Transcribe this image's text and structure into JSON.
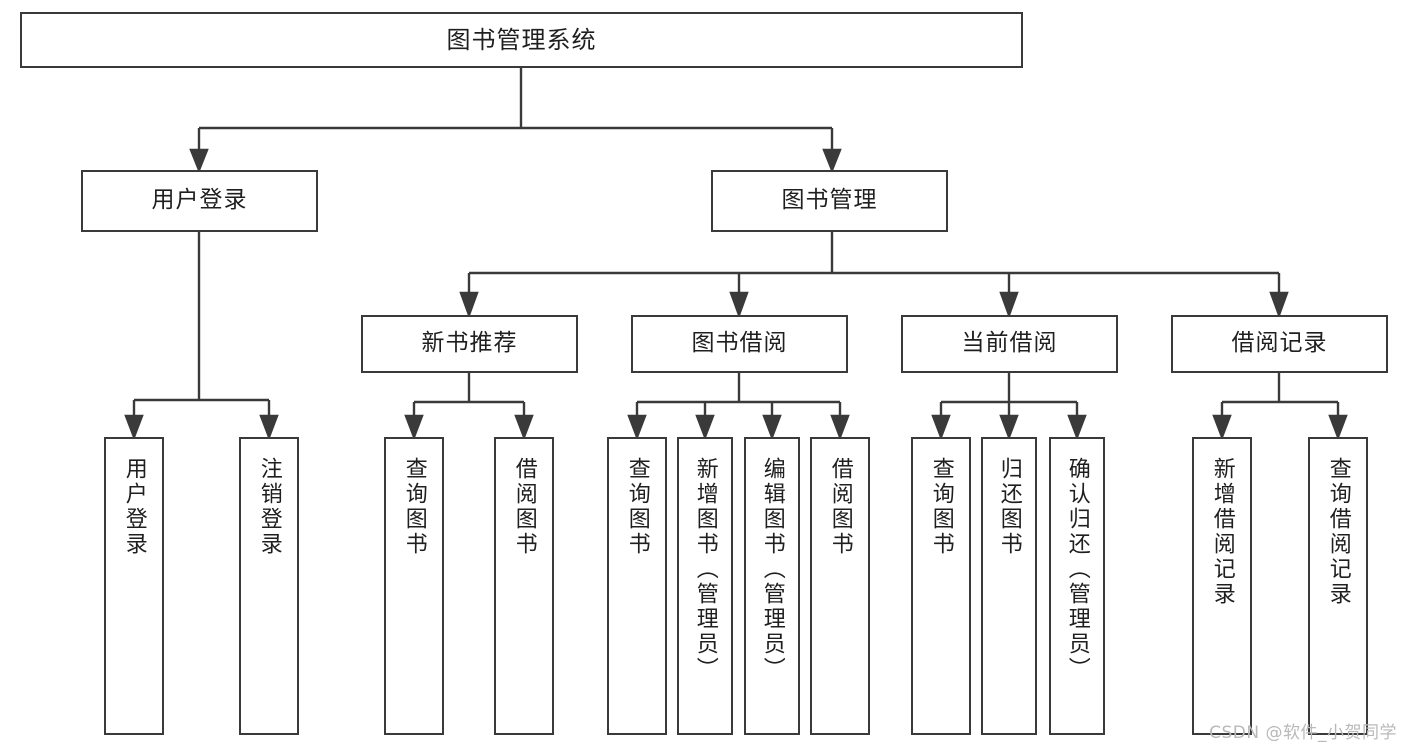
{
  "diagram": {
    "title": "图书管理系统",
    "type": "tree",
    "orientation": "top-down",
    "colors": {
      "box_border": "#3a3a3a",
      "box_fill": "#ffffff",
      "connector": "#3a3a3a",
      "text": "#1f1f1f",
      "watermark": "#b9b9b9",
      "background": "#ffffff"
    },
    "nodes": {
      "root": {
        "id": "root",
        "label": "图书管理系统",
        "level": 0
      },
      "l1": [
        {
          "id": "user-login",
          "label": "用户登录",
          "level": 1
        },
        {
          "id": "book-manage",
          "label": "图书管理",
          "level": 1
        }
      ],
      "l2": [
        {
          "id": "new-book-recommend",
          "label": "新书推荐",
          "level": 2,
          "parent": "book-manage"
        },
        {
          "id": "book-borrow",
          "label": "图书借阅",
          "level": 2,
          "parent": "book-manage"
        },
        {
          "id": "current-borrow",
          "label": "当前借阅",
          "level": 2,
          "parent": "book-manage"
        },
        {
          "id": "borrow-record",
          "label": "借阅记录",
          "level": 2,
          "parent": "book-manage"
        }
      ],
      "leaves": [
        {
          "id": "leaf-user-login",
          "label": "用户登录",
          "parent": "user-login"
        },
        {
          "id": "leaf-logout-login",
          "label": "注销登录",
          "parent": "user-login"
        },
        {
          "id": "leaf-query-book-1",
          "label": "查询图书",
          "parent": "new-book-recommend"
        },
        {
          "id": "leaf-borrow-book-1",
          "label": "借阅图书",
          "parent": "new-book-recommend"
        },
        {
          "id": "leaf-query-book-2",
          "label": "查询图书",
          "parent": "book-borrow"
        },
        {
          "id": "leaf-add-book",
          "label": "新增图书（管理员）",
          "parent": "book-borrow"
        },
        {
          "id": "leaf-edit-book",
          "label": "编辑图书（管理员）",
          "parent": "book-borrow"
        },
        {
          "id": "leaf-borrow-book-2",
          "label": "借阅图书",
          "parent": "book-borrow"
        },
        {
          "id": "leaf-query-book-3",
          "label": "查询图书",
          "parent": "current-borrow"
        },
        {
          "id": "leaf-return-book",
          "label": "归还图书",
          "parent": "current-borrow"
        },
        {
          "id": "leaf-confirm-return",
          "label": "确认归还（管理员）",
          "parent": "current-borrow"
        },
        {
          "id": "leaf-add-record",
          "label": "新增借阅记录",
          "parent": "borrow-record"
        },
        {
          "id": "leaf-query-record",
          "label": "查询借阅记录",
          "parent": "borrow-record"
        }
      ]
    },
    "watermark": "CSDN @软件_小贺同学"
  }
}
